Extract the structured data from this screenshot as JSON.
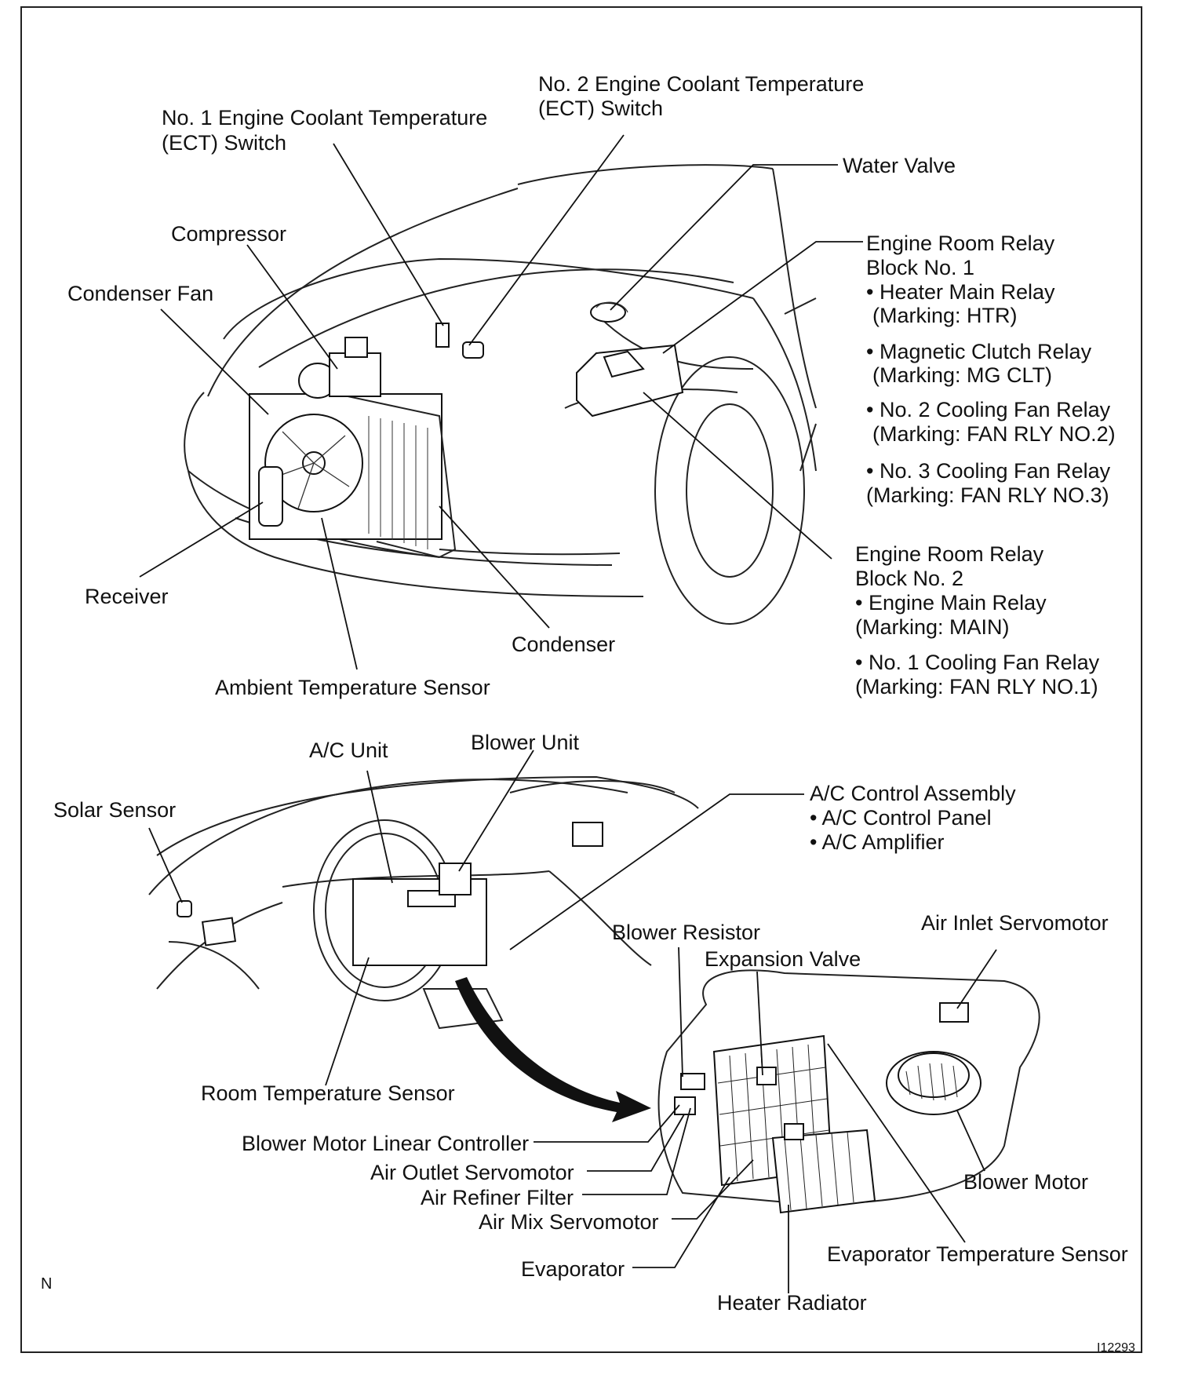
{
  "labels": {
    "ect2": [
      "No. 2 Engine Coolant Temperature",
      "(ECT) Switch"
    ],
    "ect1": [
      "No. 1 Engine Coolant Temperature",
      "(ECT) Switch"
    ],
    "water_valve": "Water Valve",
    "compressor": "Compressor",
    "condenser_fan": "Condenser Fan",
    "relay_block1": [
      "Engine Room Relay",
      "Block No. 1",
      "• Heater Main Relay",
      "(Marking: HTR)",
      "• Magnetic Clutch Relay",
      "(Marking: MG CLT)",
      "• No. 2 Cooling Fan Relay",
      "(Marking: FAN RLY NO.2)",
      "• No. 3 Cooling Fan Relay",
      "(Marking: FAN RLY NO.3)"
    ],
    "relay_block2": [
      "Engine Room Relay",
      "Block No. 2",
      "• Engine Main Relay",
      "(Marking: MAIN)",
      "• No. 1 Cooling Fan Relay",
      "(Marking: FAN RLY NO.1)"
    ],
    "receiver": "Receiver",
    "condenser": "Condenser",
    "ambient_sensor": "Ambient Temperature Sensor",
    "ac_unit": "A/C Unit",
    "blower_unit": "Blower Unit",
    "ac_control": [
      "A/C Control Assembly",
      "• A/C Control Panel",
      "• A/C Amplifier"
    ],
    "solar_sensor": "Solar Sensor",
    "blower_resistor": "Blower Resistor",
    "expansion_valve": "Expansion Valve",
    "air_inlet_servo": "Air Inlet Servomotor",
    "room_sensor": "Room Temperature Sensor",
    "blower_linear": "Blower Motor Linear Controller",
    "air_outlet_servo": "Air Outlet Servomotor",
    "air_refiner": "Air Refiner Filter",
    "air_mix_servo": "Air Mix Servomotor",
    "evaporator": "Evaporator",
    "blower_motor": "Blower Motor",
    "evap_sensor": "Evaporator Temperature Sensor",
    "heater_radiator": "Heater Radiator"
  },
  "corner_mark": "N",
  "figure_id": "I12293"
}
